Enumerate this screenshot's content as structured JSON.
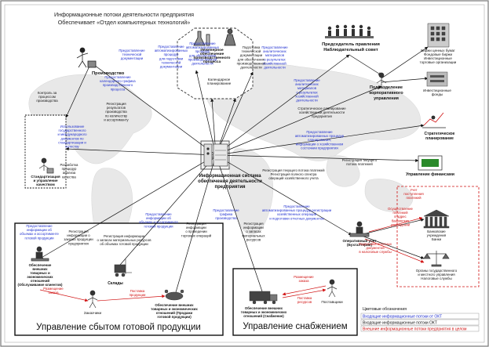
{
  "header": {
    "line1": "Информационные потоки деятельности предприятия",
    "line2": "Обеспечивает «Отдел компьютерных технологий»"
  },
  "center": {
    "lines": [
      "Информационная система",
      "обеспечения деятельности",
      "предприятия"
    ]
  },
  "nodes": {
    "production": "Производство",
    "engineering": [
      "Инженерное",
      "обеспечение",
      "производственного",
      "процесса"
    ],
    "calendar_planning": [
      "Календарное",
      "планирование"
    ],
    "chairman": [
      "Председатель правления",
      "Наблюдательный совет"
    ],
    "corporate_division": [
      "Подразделение",
      "корпоративного",
      "управления"
    ],
    "stock_exchange": [
      "Биржи ценных бумаг",
      "Фондовые биржи",
      "Инвестиционные",
      "торговые организации"
    ],
    "investment_funds": [
      "Инвестиционные",
      "фонды"
    ],
    "strategic": [
      "Стратегическое",
      "планирование"
    ],
    "finance_mgmt": "Управление финансами",
    "standardization": [
      "Стандартизация",
      "и управление",
      "качеством"
    ],
    "finance_executive": [
      "Оперативный учет",
      "(Бухгалтерия)"
    ],
    "banks": [
      "Банковские",
      "учреждения",
      "Банки"
    ],
    "tax": [
      "Органы государственного",
      "и местного управления",
      "Налоговые службы"
    ],
    "sales_dept": [
      "Обеспечение",
      "внешних",
      "товарных и",
      "экономических",
      "отношений",
      "(Обслуживание клиентов)"
    ],
    "warehouses": "Склады",
    "sales_rel": [
      "Обеспечение внешних",
      "товарных и экономических",
      "отношений (Продажи",
      "готовой продукции)"
    ],
    "clients": "Заказчики",
    "supply_rel": [
      "Обеспечение внешних",
      "товарных и экономических",
      "отношений (Снабжение)"
    ],
    "suppliers": "Поставщики"
  },
  "flows": {
    "f1": [
      "Контроль за",
      "процессом",
      "производства"
    ],
    "f2": [
      "Предоставление",
      "технической",
      "документации"
    ],
    "f3": [
      "Предоставление",
      "календарного графика",
      "производственного",
      "процесса"
    ],
    "f4": [
      "Предоставление",
      "автоматизированных",
      "процедур",
      "для подготовки",
      "технической",
      "документации"
    ],
    "f5": [
      "Предоставление",
      "автоматизированных",
      "процедур",
      "для обеспечения",
      "производственной",
      "деятельности"
    ],
    "f6": [
      "Подготовка",
      "технической",
      "документации",
      "для обеспечения",
      "производственной",
      "деятельности"
    ],
    "f7": [
      "Предоставление",
      "аналитических",
      "материалов",
      "о результатах",
      "хозяйственной",
      "деятельности"
    ],
    "f8": [
      "Предоставление",
      "аналитических",
      "материалов",
      "о результатах",
      "хозяйственной",
      "деятельности"
    ],
    "f9": [
      "Стратегическое планирование",
      "хозяйственной деятельности",
      "предприятия"
    ],
    "f10": [
      "Предоставление",
      "автоматизированных процедур",
      "планирования,",
      "информации о хозяйственном",
      "состоянии предприятия"
    ],
    "f11": [
      "Регистрация текущего",
      "потока платежей"
    ],
    "f12": [
      "Регистрация",
      "результатов",
      "производства",
      "по количеству",
      "и ассортименту"
    ],
    "f13": [
      "Использование",
      "государственного",
      "и международного",
      "документов по",
      "стандартизации и",
      "качеству"
    ],
    "f14": [
      "Разработка",
      "процедур",
      "анализа",
      "качества"
    ],
    "f15": [
      "Регистрация текущего потока платежей",
      "Регистрация полного спектра",
      "операций хозяйственного учета"
    ],
    "f16": [
      "Предоставление",
      "автоматизированных процедур регистрации",
      "хозяйственных операций",
      "и подготовки отчетных документов"
    ],
    "f17": [
      "Учет",
      "поступления",
      "платежей"
    ],
    "f18": [
      "Осуществление",
      "платежей",
      "в адрес",
      "банковских",
      "учреждений"
    ],
    "f19": [
      "Подготовка отчетных",
      "документов",
      "в налоговые службы"
    ],
    "f20": [
      "Предоставление",
      "информации об",
      "объемах и ассортименте",
      "готовой продукции"
    ],
    "f21": [
      "Регистрация",
      "информации о",
      "заказах продукции",
      "предприятия"
    ],
    "f22": [
      "Регистрация информации",
      "о запасах материальных ресурсов",
      "об объемах готовой продукции"
    ],
    "f23": [
      "Предоставление",
      "информации об",
      "объемах и ассортименте",
      "готовой продукции"
    ],
    "f24": [
      "Регистрация",
      "информации",
      "о проведении",
      "торговых операций"
    ],
    "f25": [
      "Предоставление",
      "графика",
      "производства"
    ],
    "f26": [
      "Регистрация",
      "информации",
      "о запасах",
      "материальных",
      "ресурсов"
    ],
    "f27": [
      "Размещение",
      "заказа"
    ],
    "f28": [
      "Размещение",
      "заказа"
    ],
    "f29": [
      "Поставка",
      "ресурсов"
    ],
    "f30": [
      "Поставка",
      "продукции"
    ]
  },
  "sections": {
    "sales": "Управление сбытом готовой продукции",
    "supply": "Управление снабжением"
  },
  "legend": {
    "title": "Цветовые обозначения",
    "items": [
      {
        "label": "Входящие информационные потоки от ОКТ",
        "color": "#1f2fd0"
      },
      {
        "label": "Входящие информационные потоки ОКТ",
        "color": "#111111"
      },
      {
        "label": "Внешние информационные потоки предприятия в целом",
        "color": "#d01010"
      }
    ]
  },
  "colors": {
    "blue": "#1f2fd0",
    "black": "#111111",
    "red": "#d01010",
    "map": "#e6e6e6"
  }
}
